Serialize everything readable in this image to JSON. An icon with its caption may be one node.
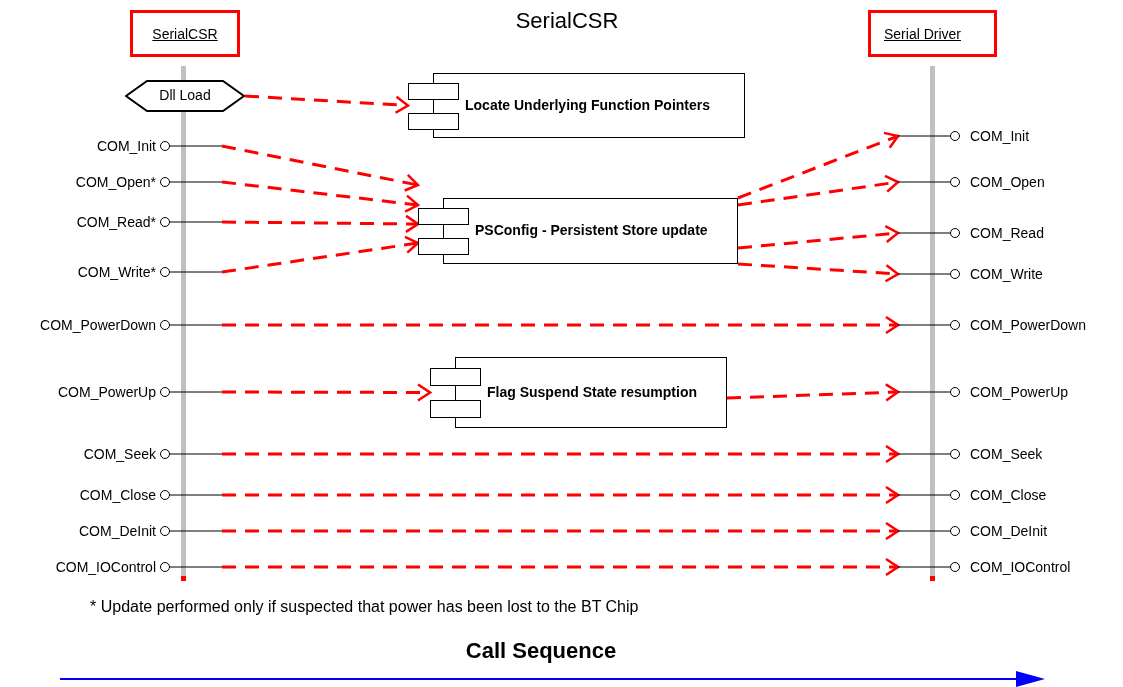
{
  "diagram": {
    "title": "SerialCSR",
    "nodes": [
      {
        "text": [
          "SerialCSR"
        ]
      },
      {
        "text": [
          "Serial Driver"
        ]
      },
      {
        "text": [
          "Dll Load"
        ]
      },
      {
        "text": [
          "Locate Underlying Function Pointers"
        ]
      },
      {
        "text": [
          "PSConfig - Persistent Store update"
        ]
      },
      {
        "text": [
          "Flag Suspend State resumption"
        ]
      },
      {
        "text": [
          "COM_Init"
        ]
      },
      {
        "text": [
          "COM_Open*"
        ]
      },
      {
        "text": [
          "COM_Read*"
        ]
      },
      {
        "text": [
          "COM_Write*"
        ]
      },
      {
        "text": [
          "COM_PowerDown"
        ]
      },
      {
        "text": [
          "COM_PowerUp"
        ]
      },
      {
        "text": [
          "COM_Seek"
        ]
      },
      {
        "text": [
          "COM_Close"
        ]
      },
      {
        "text": [
          "COM_DeInit"
        ]
      },
      {
        "text": [
          "COM_IOControl"
        ]
      },
      {
        "text": [
          "COM_Init"
        ]
      },
      {
        "text": [
          "COM_Open"
        ]
      },
      {
        "text": [
          "COM_Read"
        ]
      },
      {
        "text": [
          "COM_Write"
        ]
      },
      {
        "text": [
          "COM_PowerDown"
        ]
      },
      {
        "text": [
          "COM_PowerUp"
        ]
      },
      {
        "text": [
          "COM_Seek"
        ]
      },
      {
        "text": [
          "COM_Close"
        ]
      },
      {
        "text": [
          "COM_DeInit"
        ]
      },
      {
        "text": [
          "COM_IOControl"
        ]
      }
    ],
    "edges": [
      {
        "from": 2,
        "to": 3,
        "arrow": "to",
        "style": "dashed"
      },
      {
        "from": 6,
        "to": 4,
        "arrow": "to",
        "style": "dashed"
      },
      {
        "from": 7,
        "to": 4,
        "arrow": "to",
        "style": "dashed"
      },
      {
        "from": 8,
        "to": 4,
        "arrow": "to",
        "style": "dashed"
      },
      {
        "from": 9,
        "to": 4,
        "arrow": "to",
        "style": "dashed"
      },
      {
        "from": 4,
        "to": 16,
        "arrow": "to",
        "style": "dashed"
      },
      {
        "from": 4,
        "to": 17,
        "arrow": "to",
        "style": "dashed"
      },
      {
        "from": 4,
        "to": 18,
        "arrow": "to",
        "style": "dashed"
      },
      {
        "from": 4,
        "to": 19,
        "arrow": "to",
        "style": "dashed"
      },
      {
        "from": 10,
        "to": 20,
        "arrow": "to",
        "style": "dashed"
      },
      {
        "from": 11,
        "to": 5,
        "arrow": "to",
        "style": "dashed"
      },
      {
        "from": 5,
        "to": 21,
        "arrow": "to",
        "style": "dashed"
      },
      {
        "from": 12,
        "to": 22,
        "arrow": "to",
        "style": "dashed"
      },
      {
        "from": 13,
        "to": 23,
        "arrow": "to",
        "style": "dashed"
      },
      {
        "from": 14,
        "to": 24,
        "arrow": "to",
        "style": "dashed"
      },
      {
        "from": 15,
        "to": 25,
        "arrow": "to",
        "style": "dashed"
      }
    ],
    "labels": [
      "* Update performed only if suspected that power has been lost to the BT Chip",
      "Call Sequence"
    ]
  }
}
